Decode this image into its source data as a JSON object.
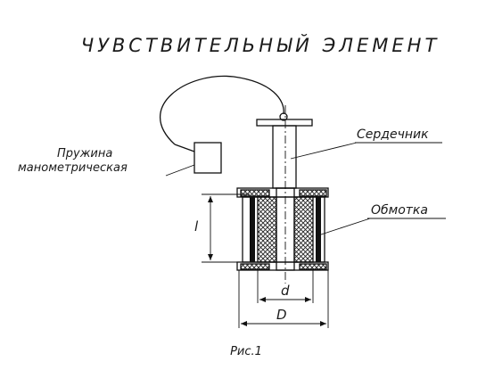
{
  "diagram": {
    "title": "ЧУВСТВИТЕЛЬНЫЙ ЭЛЕМЕНТ",
    "caption": "Рис.1",
    "labels": {
      "spring_line1": "Пружина",
      "spring_line2": "манометрическая",
      "core": "Сердечник",
      "winding": "Обмотка"
    },
    "dimensions": {
      "length": "l",
      "inner_diameter": "d",
      "outer_diameter": "D"
    }
  }
}
